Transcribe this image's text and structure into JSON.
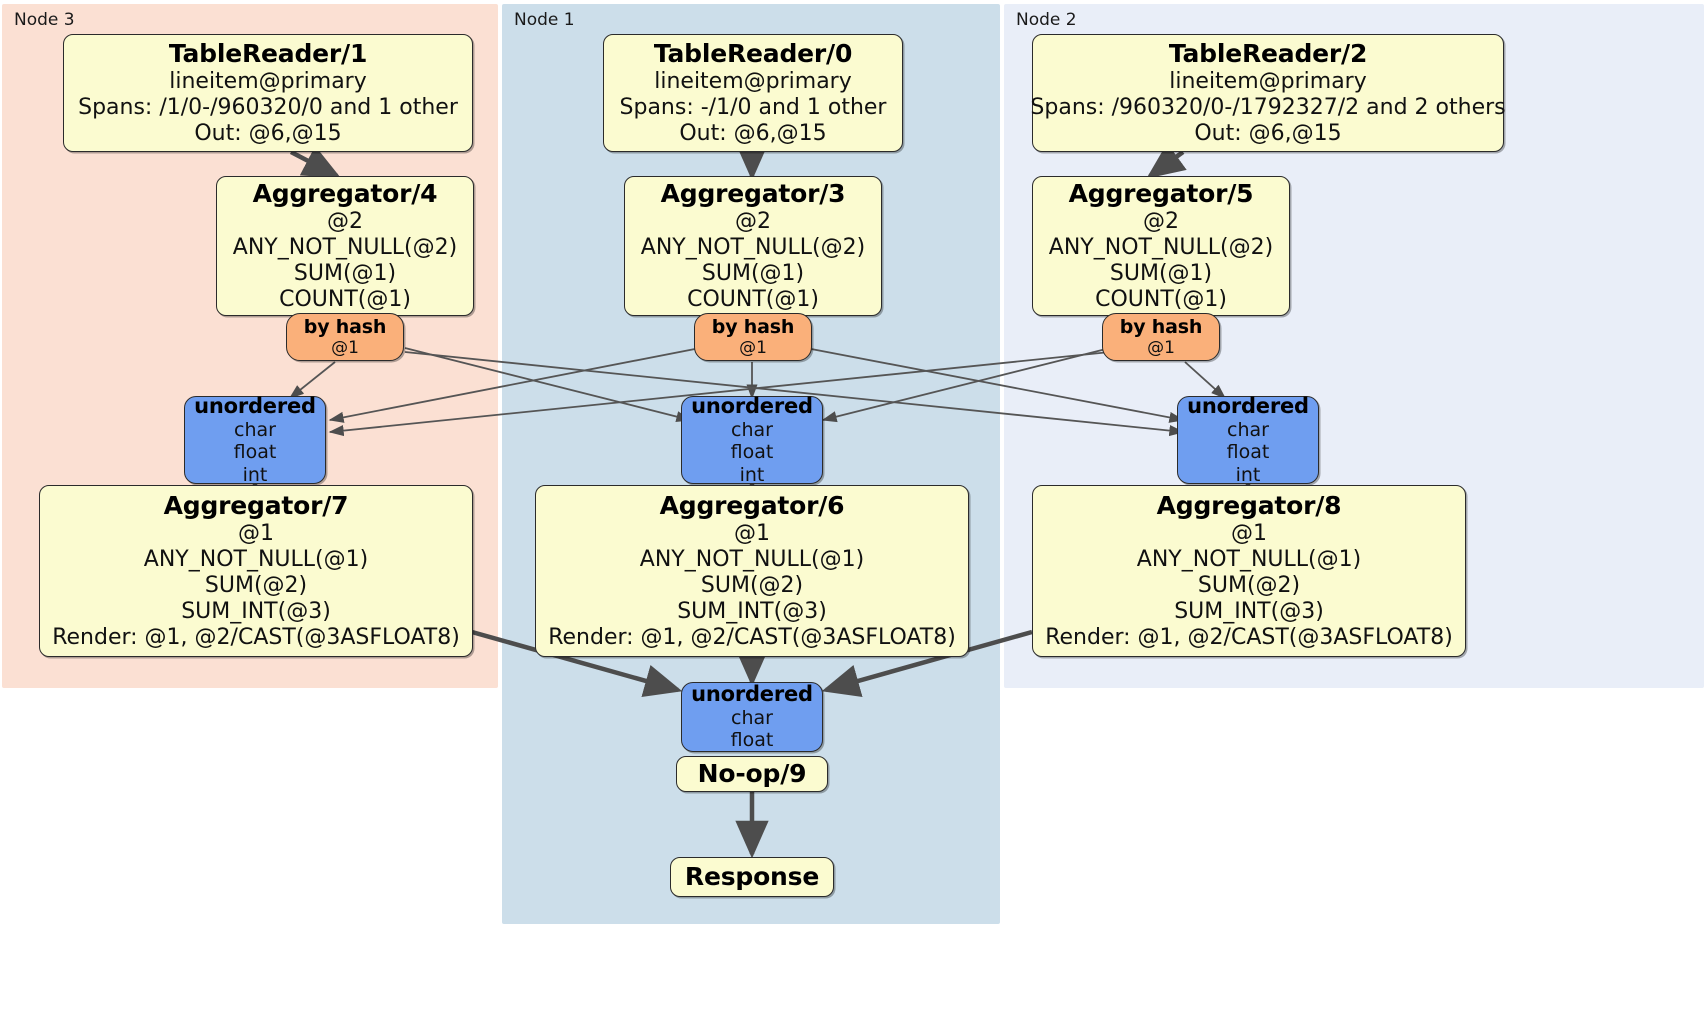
{
  "diagram": {
    "type": "distributed-query-plan",
    "colors": {
      "node3_panel": "#fbe0d3",
      "node1_panel": "#ccdeea",
      "node2_panel": "#e9eef8",
      "processor_box": "#fbfbd0",
      "router_box": "#fab07a",
      "sync_box": "#6f9ef0",
      "edge": "#555555",
      "border": "#2b2b2b"
    }
  },
  "panels": [
    {
      "id": "node3",
      "label": "Node 3"
    },
    {
      "id": "node1",
      "label": "Node 1"
    },
    {
      "id": "node2",
      "label": "Node 2"
    }
  ],
  "table_readers": [
    {
      "title": "TableReader/1",
      "table": "lineitem@primary",
      "spans": "Spans: /1/0-/960320/0 and 1 other",
      "out": "Out: @6,@15"
    },
    {
      "title": "TableReader/0",
      "table": "lineitem@primary",
      "spans": "Spans: -/1/0 and 1 other",
      "out": "Out: @6,@15"
    },
    {
      "title": "TableReader/2",
      "table": "lineitem@primary",
      "spans": "Spans: /960320/0-/1792327/2 and 2 others",
      "out": "Out: @6,@15"
    }
  ],
  "upper_aggregators": [
    {
      "title": "Aggregator/4",
      "group": "@2",
      "aggs": [
        "ANY_NOT_NULL(@2)",
        "SUM(@1)",
        "COUNT(@1)"
      ]
    },
    {
      "title": "Aggregator/3",
      "group": "@2",
      "aggs": [
        "ANY_NOT_NULL(@2)",
        "SUM(@1)",
        "COUNT(@1)"
      ]
    },
    {
      "title": "Aggregator/5",
      "group": "@2",
      "aggs": [
        "ANY_NOT_NULL(@2)",
        "SUM(@1)",
        "COUNT(@1)"
      ]
    }
  ],
  "routers": [
    {
      "title": "by hash",
      "key": "@1"
    },
    {
      "title": "by hash",
      "key": "@1"
    },
    {
      "title": "by hash",
      "key": "@1"
    }
  ],
  "upper_syncs": [
    {
      "title": "unordered",
      "types": [
        "char",
        "float",
        "int"
      ]
    },
    {
      "title": "unordered",
      "types": [
        "char",
        "float",
        "int"
      ]
    },
    {
      "title": "unordered",
      "types": [
        "char",
        "float",
        "int"
      ]
    }
  ],
  "lower_aggregators": [
    {
      "title": "Aggregator/7",
      "group": "@1",
      "aggs": [
        "ANY_NOT_NULL(@1)",
        "SUM(@2)",
        "SUM_INT(@3)"
      ],
      "render": "Render: @1, @2/CAST(@3ASFLOAT8)"
    },
    {
      "title": "Aggregator/6",
      "group": "@1",
      "aggs": [
        "ANY_NOT_NULL(@1)",
        "SUM(@2)",
        "SUM_INT(@3)"
      ],
      "render": "Render: @1, @2/CAST(@3ASFLOAT8)"
    },
    {
      "title": "Aggregator/8",
      "group": "@1",
      "aggs": [
        "ANY_NOT_NULL(@1)",
        "SUM(@2)",
        "SUM_INT(@3)"
      ],
      "render": "Render: @1, @2/CAST(@3ASFLOAT8)"
    }
  ],
  "final_sync": {
    "title": "unordered",
    "types": [
      "char",
      "float"
    ]
  },
  "noop": {
    "title": "No-op/9"
  },
  "response": {
    "title": "Response"
  }
}
